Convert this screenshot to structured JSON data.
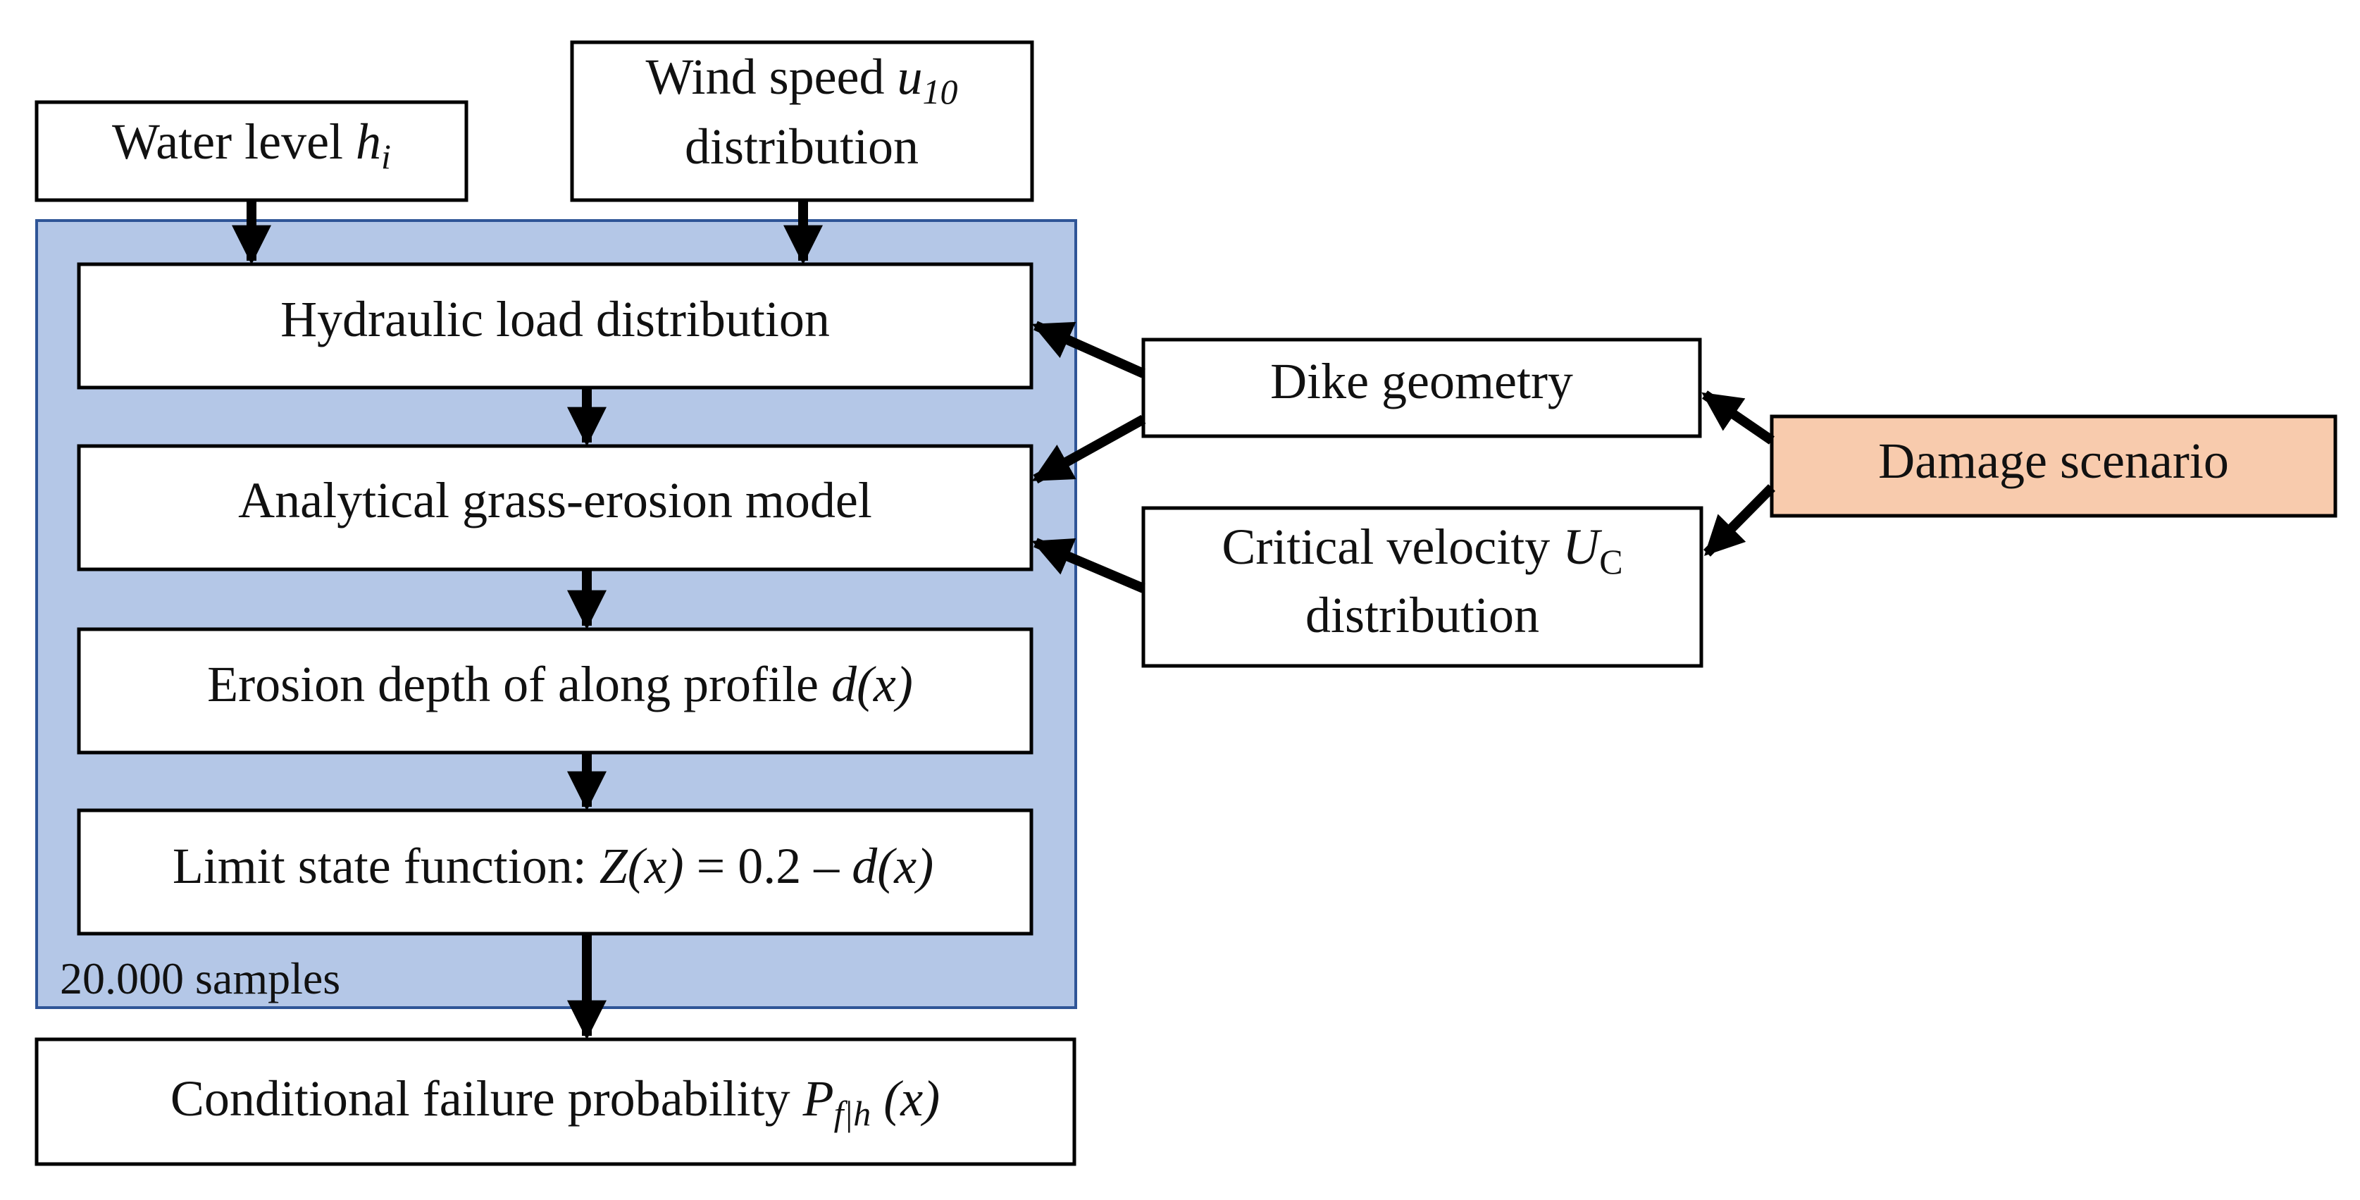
{
  "colors": {
    "monte_carlo_panel_fill": "#b4c7e7",
    "monte_carlo_panel_border": "#2f5597",
    "damage_box_fill": "#f8cbad",
    "box_border": "#000000",
    "arrow": "#000000"
  },
  "water_level": {
    "label": "Water level ",
    "symbol": "h",
    "subscript": "i"
  },
  "wind_speed": {
    "line1_label": "Wind speed ",
    "symbol": "u",
    "subscript": "10",
    "line2": "distribution"
  },
  "hydraulic_load": {
    "label": "Hydraulic load distribution"
  },
  "erosion_model": {
    "label": "Analytical grass-erosion model"
  },
  "erosion_depth": {
    "label": "Erosion depth of along profile ",
    "math": "d(x)"
  },
  "limit_state": {
    "label": "Limit state function: ",
    "math_lhs": "Z(x)",
    "math_eq": " = 0.2 – ",
    "math_rhs": "d(x)"
  },
  "samples": {
    "label": "20.000 samples"
  },
  "failure_probability": {
    "label": "Conditional failure probability ",
    "symbol": "P",
    "subscript": "f|h",
    "arg": " (x)"
  },
  "dike_geometry": {
    "label": "Dike geometry"
  },
  "critical_velocity": {
    "line1_label": "Critical velocity ",
    "symbol": "U",
    "subscript": "C",
    "line2": "distribution"
  },
  "damage_scenario": {
    "label": "Damage scenario"
  }
}
